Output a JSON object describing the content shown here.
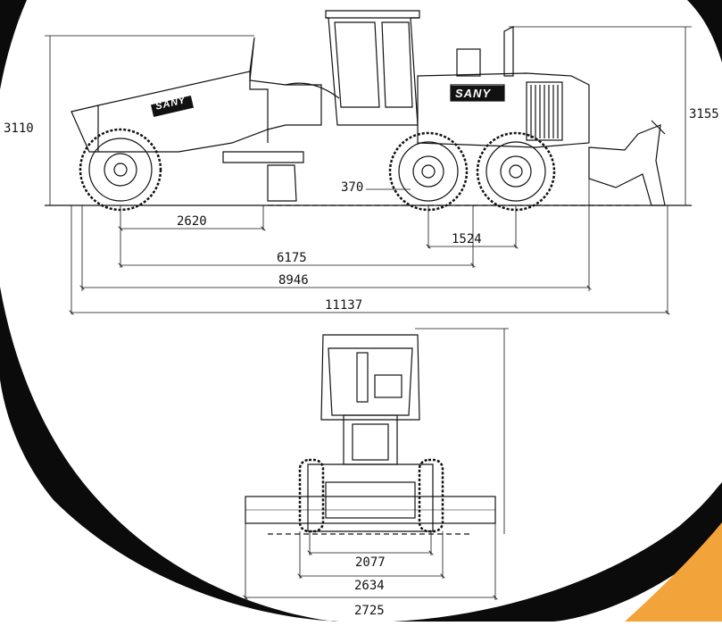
{
  "colors": {
    "ring": "#0b0b0b",
    "accent": "#f2a33a",
    "line": "#111111",
    "bg": "#ffffff"
  },
  "side_view": {
    "brand_front": "SANY",
    "brand_cab": "SANY",
    "dimensions": {
      "height_left": "3110",
      "height_right": "3155",
      "ground_clearance": "370",
      "front_to_blade": "2620",
      "tandem_spacing": "1524",
      "wheelbase": "6175",
      "length_no_ripper": "8946",
      "overall_length": "11137"
    }
  },
  "front_view": {
    "dimensions": {
      "track_width": "2077",
      "tire_width": "2634",
      "blade_width": "2725"
    }
  }
}
